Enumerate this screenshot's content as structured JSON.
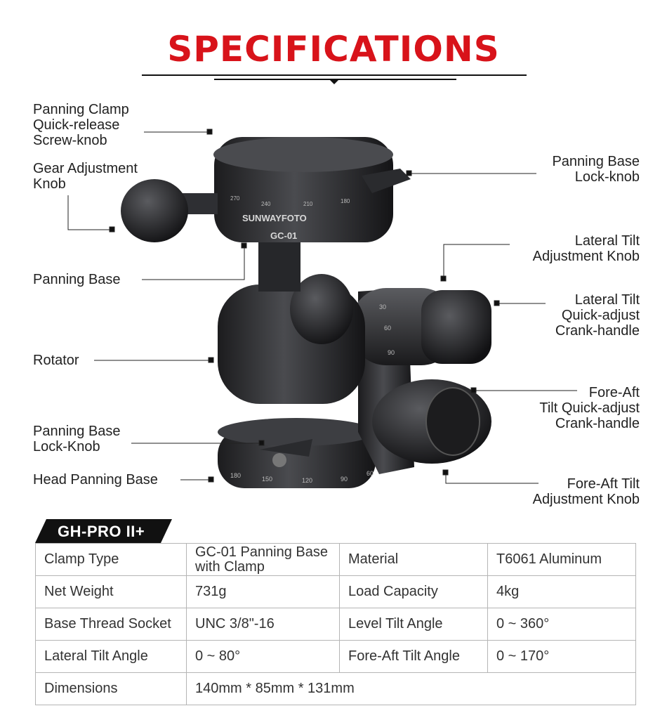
{
  "header": {
    "title": "SPECIFICATIONS"
  },
  "product": {
    "brand": "SUNWAYFOTO",
    "model": "GC-01"
  },
  "callouts": {
    "panning_clamp_knob": "Panning Clamp\nQuick-release\nScrew-knob",
    "gear_adjustment_knob": "Gear Adjustment\nKnob",
    "panning_base": "Panning Base",
    "rotator": "Rotator",
    "panning_base_lock_knob_left": "Panning Base\nLock-Knob",
    "head_panning_base": "Head Panning Base",
    "panning_base_lock_knob_right": "Panning Base\nLock-knob",
    "lateral_tilt_adjustment_knob": "Lateral Tilt\nAdjustment Knob",
    "lateral_tilt_crank": "Lateral Tilt\nQuick-adjust\nCrank-handle",
    "fore_aft_tilt_crank": "Fore-Aft\nTilt Quick-adjust\nCrank-handle",
    "fore_aft_tilt_adjustment_knob": "Fore-Aft Tilt\nAdjustment Knob"
  },
  "scales": {
    "top": [
      "270",
      "240",
      "210",
      "180"
    ],
    "bottom": [
      "180",
      "150",
      "120",
      "90",
      "60"
    ],
    "side": [
      "30",
      "60",
      "90"
    ]
  },
  "specs": {
    "tag": "GH-PRO II+",
    "rows": [
      {
        "k1": "Clamp Type",
        "v1": "GC-01 Panning Base\nwith Clamp",
        "k2": "Material",
        "v2": "T6061 Aluminum"
      },
      {
        "k1": "Net Weight",
        "v1": "731g",
        "k2": "Load Capacity",
        "v2": "4kg"
      },
      {
        "k1": "Base Thread Socket",
        "v1": "UNC 3/8\"-16",
        "k2": "Level Tilt Angle",
        "v2": "0 ~ 360°"
      },
      {
        "k1": "Lateral Tilt Angle",
        "v1": "0 ~ 80°",
        "k2": "Fore-Aft Tilt Angle",
        "v2": "0 ~ 170°"
      },
      {
        "k1": "Dimensions",
        "v1": "140mm * 85mm * 131mm"
      }
    ]
  }
}
